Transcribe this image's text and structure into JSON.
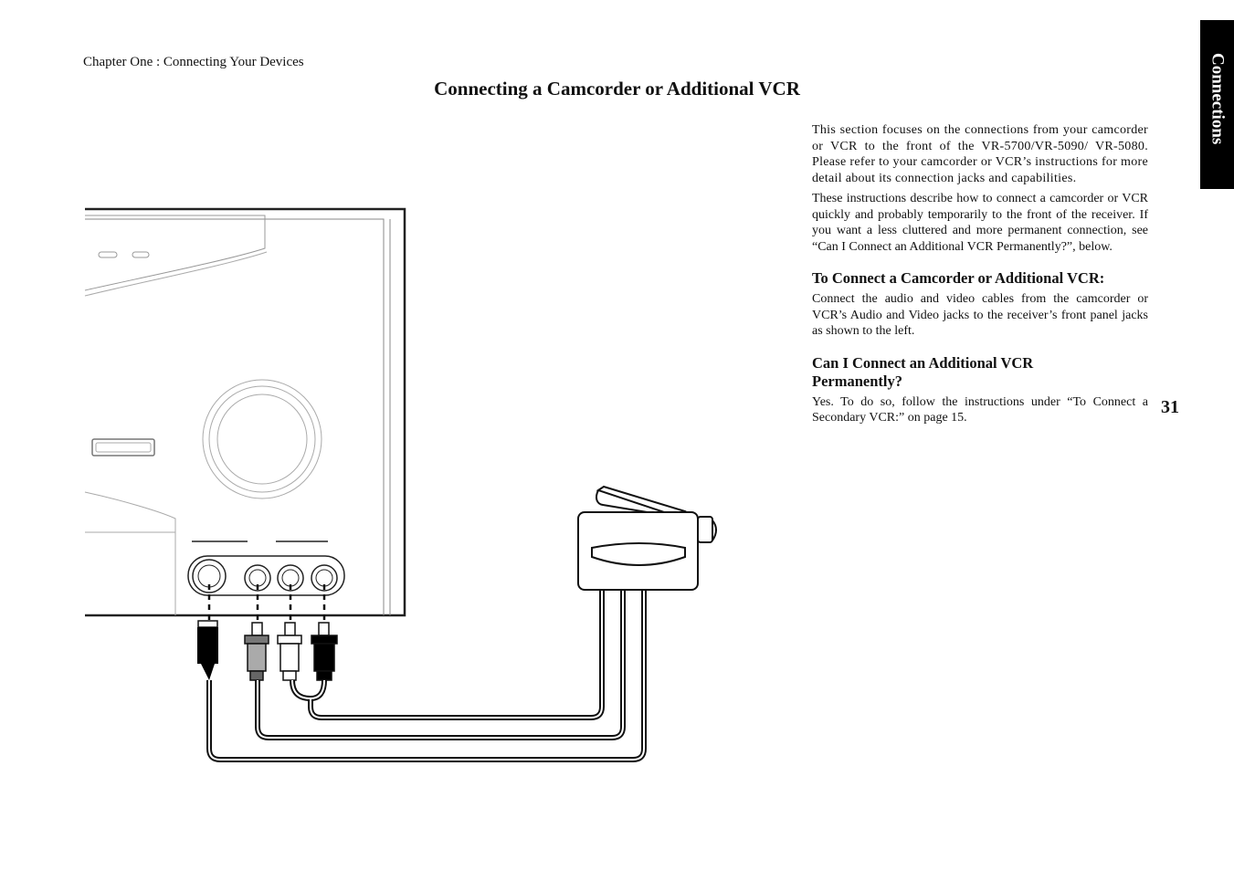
{
  "header": {
    "chapter": "Chapter One : Connecting Your Devices"
  },
  "title": "Connecting a Camcorder or Additional VCR",
  "tab": {
    "label": "Connections"
  },
  "page_number": "31",
  "body": {
    "intro_1": "This section focuses on the connections from your camcorder or VCR to the front of the VR-5700/VR-5090/ VR-5080. Please refer to your camcorder or VCR’s instructions for more detail about its connection jacks and capabilities.",
    "intro_2": "These instructions describe how to connect a camcorder or VCR quickly and probably temporarily to the front of the receiver. If you want a less cluttered and more permanent connection, see “Can I Connect an Additional VCR Permanently?”, below.",
    "heading_1": "To Connect a Camcorder or Additional VCR:",
    "para_1": "Connect the audio and video cables from the camcorder or VCR’s Audio and Video jacks to the receiver’s front panel jacks as shown to the left.",
    "heading_2": "Can I Connect an Additional VCR Permanently?",
    "para_2": "Yes. To do so, follow the instructions under “To Connect a Secondary VCR:” on page 15."
  }
}
